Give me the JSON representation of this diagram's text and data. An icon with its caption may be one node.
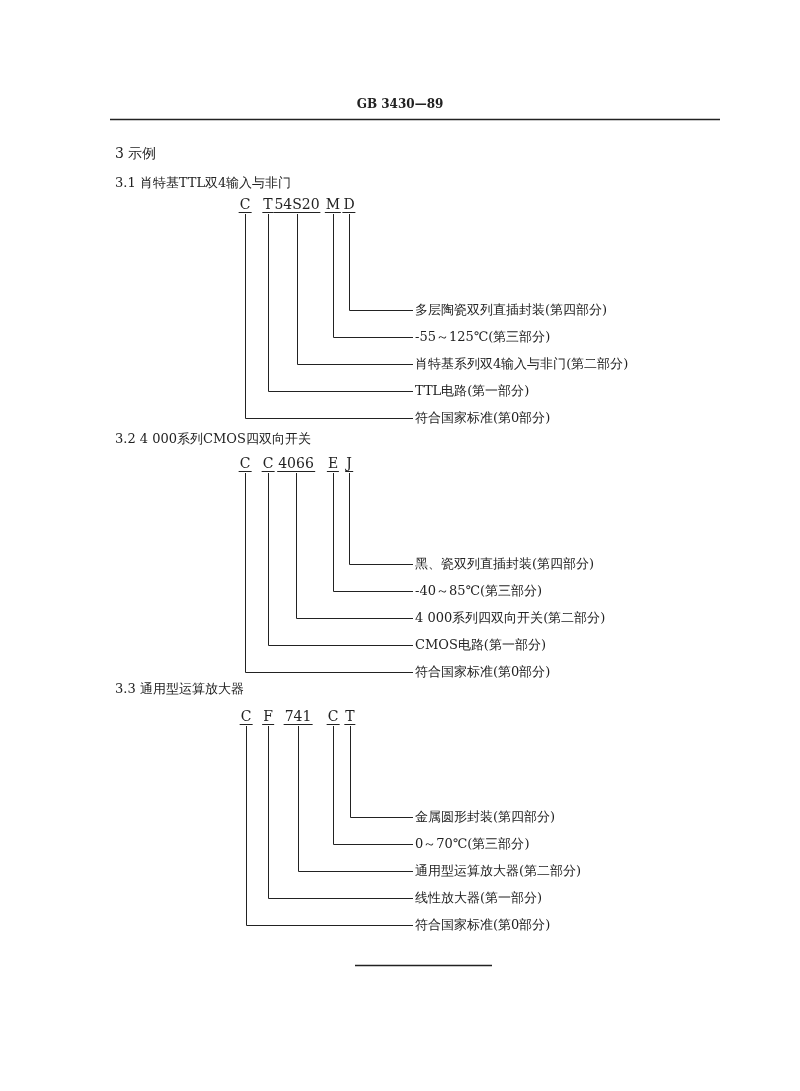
{
  "diagram": {
    "nodes": [
      {
        "text": [
          "C"
        ]
      },
      {
        "text": [
          "T"
        ]
      },
      {
        "text": [
          "54S20"
        ]
      },
      {
        "text": [
          "M"
        ]
      },
      {
        "text": [
          "D"
        ]
      },
      {
        "text": [
          "多层陶瓷双列直插封装(第四部分)"
        ]
      },
      {
        "text": [
          "-55～125℃(第三部分)"
        ]
      },
      {
        "text": [
          "肖特基系列双4输入与非门(第二部分)"
        ]
      },
      {
        "text": [
          "TTL电路(第一部分)"
        ]
      },
      {
        "text": [
          "符合国家标准(第0部分)"
        ]
      },
      {
        "text": [
          "C"
        ]
      },
      {
        "text": [
          "C"
        ]
      },
      {
        "text": [
          "4066"
        ]
      },
      {
        "text": [
          "E"
        ]
      },
      {
        "text": [
          "J"
        ]
      },
      {
        "text": [
          "黑、瓷双列直插封装(第四部分)"
        ]
      },
      {
        "text": [
          "-40～85℃(第三部分)"
        ]
      },
      {
        "text": [
          "4 000系列四双向开关(第二部分)"
        ]
      },
      {
        "text": [
          "CMOS电路(第一部分)"
        ]
      },
      {
        "text": [
          "符合国家标准(第0部分)"
        ]
      },
      {
        "text": [
          "C"
        ]
      },
      {
        "text": [
          "F"
        ]
      },
      {
        "text": [
          "741"
        ]
      },
      {
        "text": [
          "C"
        ]
      },
      {
        "text": [
          "T"
        ]
      },
      {
        "text": [
          "金属圆形封装(第四部分)"
        ]
      },
      {
        "text": [
          "0～70℃(第三部分)"
        ]
      },
      {
        "text": [
          "通用型运算放大器(第二部分)"
        ]
      },
      {
        "text": [
          "线性放大器(第一部分)"
        ]
      },
      {
        "text": [
          "符合国家标准(第0部分)"
        ]
      }
    ],
    "edges": [
      {
        "from": 4,
        "to": 5,
        "arrow": "none"
      },
      {
        "from": 3,
        "to": 6,
        "arrow": "none"
      },
      {
        "from": 2,
        "to": 7,
        "arrow": "none"
      },
      {
        "from": 1,
        "to": 8,
        "arrow": "none"
      },
      {
        "from": 0,
        "to": 9,
        "arrow": "none"
      },
      {
        "from": 14,
        "to": 15,
        "arrow": "none"
      },
      {
        "from": 13,
        "to": 16,
        "arrow": "none"
      },
      {
        "from": 12,
        "to": 17,
        "arrow": "none"
      },
      {
        "from": 11,
        "to": 18,
        "arrow": "none"
      },
      {
        "from": 10,
        "to": 19,
        "arrow": "none"
      },
      {
        "from": 24,
        "to": 25,
        "arrow": "none"
      },
      {
        "from": 23,
        "to": 26,
        "arrow": "none"
      },
      {
        "from": 22,
        "to": 27,
        "arrow": "none"
      },
      {
        "from": 21,
        "to": 28,
        "arrow": "none"
      },
      {
        "from": 20,
        "to": 29,
        "arrow": "none"
      }
    ],
    "labels": [
      "GB 3430—89",
      "3 示例",
      "3.1 肖特基TTL双4输入与非门",
      "3.2 4 000系列CMOS四双向开关",
      "3.3 通用型运算放大器"
    ]
  }
}
